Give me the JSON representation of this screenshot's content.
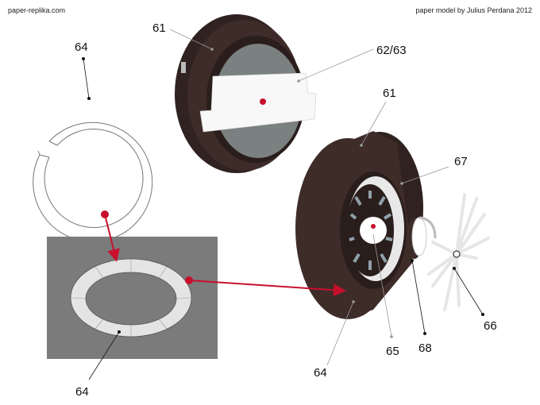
{
  "header": {
    "site": "paper-replika.com",
    "credit": "paper model by Julius Perdana 2012"
  },
  "labels": {
    "top_tire": "61",
    "top_insert": "62/63",
    "ring_outline": "64",
    "side_tire": "61",
    "rim_band": "67",
    "hub_center": "65",
    "hub_cap": "68",
    "spoke_star": "66",
    "assembled_ring": "64",
    "flat_ring": "64"
  },
  "colors": {
    "tire": "#3e2c29",
    "accent": "#c8102e",
    "panel": "#7b7b7b"
  }
}
